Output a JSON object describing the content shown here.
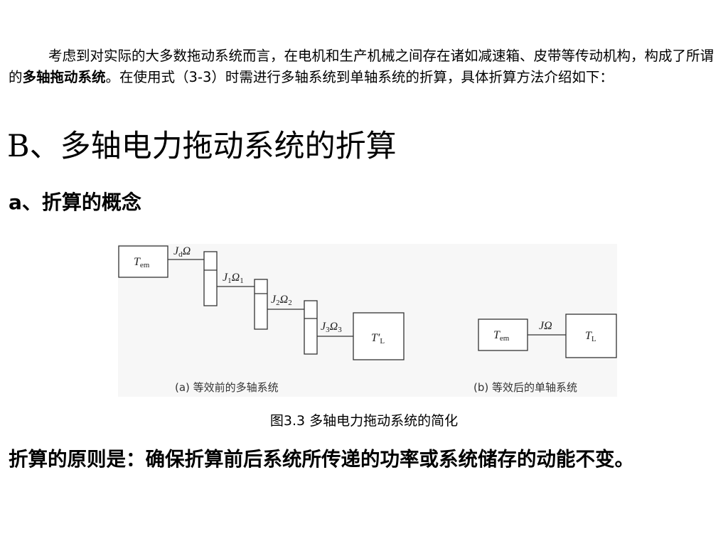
{
  "intro": {
    "part1": "考虑到对实际的大多数拖动系统而言，在电机和生产机械之间存在诸如减速箱、皮带等传动机构，构成了所谓的",
    "bold": "多轴拖动系统",
    "part2": "。在使用式（3-3）时需进行多轴系统到单轴系统的折算，具体折算方法介绍如下："
  },
  "heading_b": "B、多轴电力拖动系统的折算",
  "heading_a": "a、折算的概念",
  "figure": {
    "a": {
      "motor_label": "T",
      "motor_sub": "em",
      "shaft_d_main": "J",
      "shaft_d_sub": "d",
      "shaft_d_omega": "Ω",
      "shaft1_main": "J",
      "shaft1_sub": "1",
      "shaft1_omega": "Ω",
      "shaft1_omega_sub": "1",
      "shaft2_main": "J",
      "shaft2_sub": "2",
      "shaft2_omega": "Ω",
      "shaft2_omega_sub": "2",
      "shaft3_main": "J",
      "shaft3_sub": "3",
      "shaft3_omega": "Ω",
      "shaft3_omega_sub": "3",
      "load_main": "T′",
      "load_sub": "L",
      "caption": "(a) 等效前的多轴系统"
    },
    "b": {
      "motor_label": "T",
      "motor_sub": "em",
      "shaft_label": "JΩ",
      "load_main": "T",
      "load_sub": "L",
      "caption": "(b) 等效后的单轴系统"
    }
  },
  "caption": "图3.3 多轴电力拖动系统的简化",
  "principle": "折算的原则是：确保折算前后系统所传递的功率或系统储存的动能不变。"
}
